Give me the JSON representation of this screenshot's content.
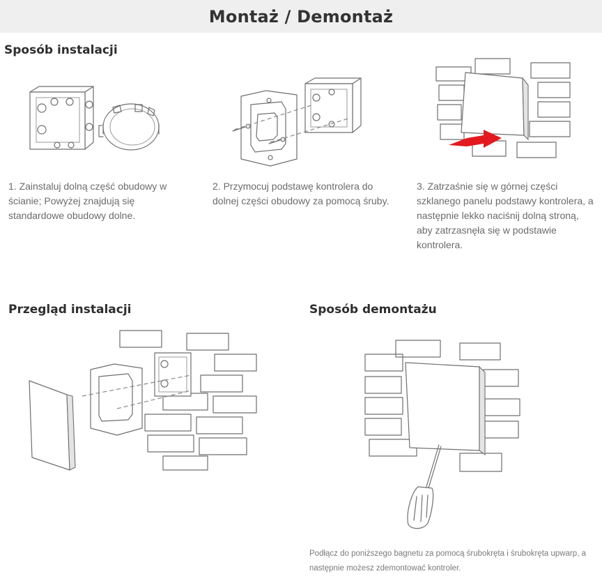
{
  "page_title": "Montaż / Demontaż",
  "sections": {
    "installation_method": {
      "heading": "Sposób instalacji",
      "steps": [
        {
          "text": "1. Zainstaluj dolną część obudowy w ścianie; Powyżej znajdują się standardowe obudowy dolne."
        },
        {
          "text": "2. Przymocuj podstawę kontrolera do dolnej części obudowy za pomocą śruby."
        },
        {
          "text": "3. Zatrzaśnie się w górnej części szklanego panelu podstawy kontrolera, a następnie lekko naciśnij dolną stroną, aby zatrzasnęła się w podstawie kontrolera."
        }
      ]
    },
    "installation_overview": {
      "heading": "Przegląd instalacji"
    },
    "removal_method": {
      "heading": "Sposób demontażu",
      "note": "Podłącz do poniższego bagnetu za pomocą śrubokręta i śrubokręta upwarp, a następnie możesz zdemontować kontroler."
    }
  },
  "colors": {
    "banner_bg": "#efefef",
    "arrow_red": "#e3191f",
    "line_gray": "#6f6f6f"
  }
}
